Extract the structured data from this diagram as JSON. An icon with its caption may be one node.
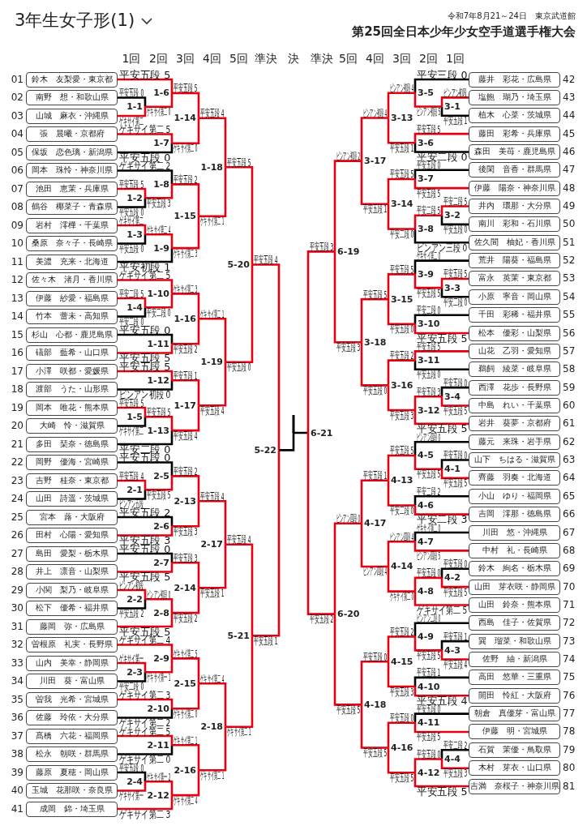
{
  "diagram": {
    "title": "3年生女子形(1)",
    "nodes": [
      {
        "text": [
          "鈴木　友梨愛・東京都"
        ],
        "beside": [
          "01"
        ]
      },
      {
        "text": [
          "南野　想・和歌山県"
        ],
        "beside": [
          "02"
        ]
      },
      {
        "text": [
          "山城　麻衣・沖縄県"
        ],
        "beside": [
          "03"
        ]
      },
      {
        "text": [
          "張　晨曦・京都府"
        ],
        "beside": [
          "04"
        ]
      },
      {
        "text": [
          "保坂　恋色璃・新潟県"
        ],
        "beside": [
          "05"
        ]
      },
      {
        "text": [
          "岡本　珠怜・神奈川県"
        ],
        "beside": [
          "06"
        ]
      },
      {
        "text": [
          "池田　恵茉・兵庫県"
        ],
        "beside": [
          "07"
        ]
      },
      {
        "text": [
          "鶴谷　椰菜子・青森県"
        ],
        "beside": [
          "08"
        ]
      },
      {
        "text": [
          "岩村　澪樺・千葉県"
        ],
        "beside": [
          "09"
        ]
      },
      {
        "text": [
          "桑原　奈々子・長崎県"
        ],
        "beside": [
          "10"
        ]
      },
      {
        "text": [
          "美濃　充来・北海道"
        ],
        "beside": [
          "11"
        ]
      },
      {
        "text": [
          "佐々木　渚月・香川県"
        ],
        "beside": [
          "12"
        ]
      },
      {
        "text": [
          "伊藤　紗愛・福島県"
        ],
        "beside": [
          "13"
        ]
      },
      {
        "text": [
          "竹本　蕾未・高知県"
        ],
        "beside": [
          "14"
        ]
      },
      {
        "text": [
          "杉山　心都・鹿児島県"
        ],
        "beside": [
          "15"
        ]
      },
      {
        "text": [
          "礒部　藍希・山口県"
        ],
        "beside": [
          "16"
        ]
      },
      {
        "text": [
          "小澤　咲都・愛媛県"
        ],
        "beside": [
          "17"
        ]
      },
      {
        "text": [
          "渡部　うた・山形県"
        ],
        "beside": [
          "18"
        ]
      },
      {
        "text": [
          "岡本　唯花・熊本県"
        ],
        "beside": [
          "19"
        ]
      },
      {
        "text": [
          "大崎　怜・滋賀県"
        ],
        "beside": [
          "20"
        ]
      },
      {
        "text": [
          "多田　琹奈・徳島県"
        ],
        "beside": [
          "21"
        ]
      },
      {
        "text": [
          "岡野　優海・宮崎県"
        ],
        "beside": [
          "22"
        ]
      },
      {
        "text": [
          "吉野　桂奈・東京都"
        ],
        "beside": [
          "23"
        ]
      },
      {
        "text": [
          "山田　詩遥・茨城県"
        ],
        "beside": [
          "24"
        ]
      },
      {
        "text": [
          "宮本　蕗・大阪府"
        ],
        "beside": [
          "25"
        ]
      },
      {
        "text": [
          "田村　心陽・愛知県"
        ],
        "beside": [
          "26"
        ]
      },
      {
        "text": [
          "島田　愛梨・栃木県"
        ],
        "beside": [
          "27"
        ]
      },
      {
        "text": [
          "井上　凛音・山梨県"
        ],
        "beside": [
          "28"
        ]
      },
      {
        "text": [
          "小関　梨乃・岐阜県"
        ],
        "beside": [
          "29"
        ]
      },
      {
        "text": [
          "松下　優希・福井県"
        ],
        "beside": [
          "30"
        ]
      },
      {
        "text": [
          "藤岡　弥・広島県"
        ],
        "beside": [
          "31"
        ]
      },
      {
        "text": [
          "曽根原　礼実・長野県"
        ],
        "beside": [
          "32"
        ]
      },
      {
        "text": [
          "山内　美幸・静岡県"
        ],
        "beside": [
          "33"
        ]
      },
      {
        "text": [
          "川田　葵・富山県"
        ],
        "beside": [
          "34"
        ]
      },
      {
        "text": [
          "曽我　光希・宮城県"
        ],
        "beside": [
          "35"
        ]
      },
      {
        "text": [
          "佐藤　玲依・大分県"
        ],
        "beside": [
          "36"
        ]
      },
      {
        "text": [
          "髙橋　六花・福岡県"
        ],
        "beside": [
          "37"
        ]
      },
      {
        "text": [
          "松永　朝咲・群馬県"
        ],
        "beside": [
          "38"
        ]
      },
      {
        "text": [
          "藤原　夏穂・岡山県"
        ],
        "beside": [
          "39"
        ]
      },
      {
        "text": [
          "玉城　花那咲・奈良県"
        ],
        "beside": [
          "40"
        ]
      },
      {
        "text": [
          "成岡　錦・埼玉県"
        ],
        "beside": [
          "41"
        ]
      },
      {
        "text": [
          "藤井　彩花・広島県"
        ],
        "beside": [
          "42"
        ]
      },
      {
        "text": [
          "塩飽　瑚乃・埼玉県"
        ],
        "beside": [
          "43"
        ]
      },
      {
        "text": [
          "植木　心菜・茨城県"
        ],
        "beside": [
          "44"
        ]
      },
      {
        "text": [
          "藤田　彩希・兵庫県"
        ],
        "beside": [
          "45"
        ]
      },
      {
        "text": [
          "森田　美苺・鹿児島県"
        ],
        "beside": [
          "46"
        ]
      },
      {
        "text": [
          "後閑　音香・群馬県"
        ],
        "beside": [
          "47"
        ]
      },
      {
        "text": [
          "伊藤　陽奈・神奈川県"
        ],
        "beside": [
          "48"
        ]
      },
      {
        "text": [
          "井内　環那・大分県"
        ],
        "beside": [
          "49"
        ]
      },
      {
        "text": [
          "南川　彩和・石川県"
        ],
        "beside": [
          "50"
        ]
      },
      {
        "text": [
          "佐久間　柚妃・香川県"
        ],
        "beside": [
          "51"
        ]
      },
      {
        "text": [
          "荒井　陽葵・福島県"
        ],
        "beside": [
          "52"
        ]
      },
      {
        "text": [
          "富永　英茉・東京都"
        ],
        "beside": [
          "53"
        ]
      },
      {
        "text": [
          "小原　寧音・岡山県"
        ],
        "beside": [
          "54"
        ]
      },
      {
        "text": [
          "千田　彩稀・福井県"
        ],
        "beside": [
          "55"
        ]
      },
      {
        "text": [
          "松本　優彩・山梨県"
        ],
        "beside": [
          "56"
        ]
      },
      {
        "text": [
          "山花　乙羽・愛知県"
        ],
        "beside": [
          "57"
        ]
      },
      {
        "text": [
          "鵜飼　綾菜・岐阜県"
        ],
        "beside": [
          "58"
        ]
      },
      {
        "text": [
          "西澤　花歩・長野県"
        ],
        "beside": [
          "59"
        ]
      },
      {
        "text": [
          "中島　れい・千葉県"
        ],
        "beside": [
          "60"
        ]
      },
      {
        "text": [
          "岩井　葵夢・京都府"
        ],
        "beside": [
          "61"
        ]
      },
      {
        "text": [
          "藤元　来珠・岩手県"
        ],
        "beside": [
          "62"
        ]
      },
      {
        "text": [
          "山下　ちはる・滋賀県"
        ],
        "beside": [
          "63"
        ]
      },
      {
        "text": [
          "齊藤　羽奏・北海道"
        ],
        "beside": [
          "64"
        ]
      },
      {
        "text": [
          "小山　ゆり・福岡県"
        ],
        "beside": [
          "65"
        ]
      },
      {
        "text": [
          "吉岡　澪那・徳島県"
        ],
        "beside": [
          "66"
        ]
      },
      {
        "text": [
          "川田　悠・沖縄県"
        ],
        "beside": [
          "67"
        ]
      },
      {
        "text": [
          "中村　礼・長崎県"
        ],
        "beside": [
          "68"
        ]
      },
      {
        "text": [
          "鈴木　絢名・栃木県"
        ],
        "beside": [
          "69"
        ]
      },
      {
        "text": [
          "山田　芽衣咲・静岡県"
        ],
        "beside": [
          "70"
        ]
      },
      {
        "text": [
          "山田　鈴奈・熊本県"
        ],
        "beside": [
          "71"
        ]
      },
      {
        "text": [
          "西島　佳子・佐賀県"
        ],
        "beside": [
          "72"
        ]
      },
      {
        "text": [
          "巽　瑠菜・和歌山県"
        ],
        "beside": [
          "73"
        ]
      },
      {
        "text": [
          "佐野　紬・新潟県"
        ],
        "beside": [
          "74"
        ]
      },
      {
        "text": [
          "高田　悠華・三重県"
        ],
        "beside": [
          "75"
        ]
      },
      {
        "text": [
          "開田　怜紅・大阪府"
        ],
        "beside": [
          "76"
        ]
      },
      {
        "text": [
          "朝倉　真優芽・富山県"
        ],
        "beside": [
          "77"
        ]
      },
      {
        "text": [
          "伊藤　明・宮城県"
        ],
        "beside": [
          "78"
        ]
      },
      {
        "text": [
          "石賀　茉優・鳥取県"
        ],
        "beside": [
          "79"
        ]
      },
      {
        "text": [
          "木村　芽衣・山口県"
        ],
        "beside": [
          "80"
        ]
      },
      {
        "text": [
          "吉満　奈桜子・神奈川県"
        ],
        "beside": [
          "81"
        ]
      },
      {
        "text": [
          "1-1"
        ]
      },
      {
        "text": [
          "1-2"
        ]
      },
      {
        "text": [
          "1-3"
        ]
      },
      {
        "text": [
          "1-4"
        ]
      },
      {
        "text": [
          "1-5"
        ]
      },
      {
        "text": [
          "1-6"
        ]
      },
      {
        "text": [
          "1-7"
        ]
      },
      {
        "text": [
          "1-8"
        ]
      },
      {
        "text": [
          "1-9"
        ]
      },
      {
        "text": [
          "1-10"
        ]
      },
      {
        "text": [
          "1-11"
        ]
      },
      {
        "text": [
          "1-12"
        ]
      },
      {
        "text": [
          "1-13"
        ]
      },
      {
        "text": [
          "1-14"
        ]
      },
      {
        "text": [
          "1-15"
        ]
      },
      {
        "text": [
          "1-16"
        ]
      },
      {
        "text": [
          "1-17"
        ]
      },
      {
        "text": [
          "1-18"
        ]
      },
      {
        "text": [
          "1-19"
        ]
      },
      {
        "text": [
          "2-1"
        ]
      },
      {
        "text": [
          "2-2"
        ]
      },
      {
        "text": [
          "2-3"
        ]
      },
      {
        "text": [
          "2-4"
        ]
      },
      {
        "text": [
          "2-5"
        ]
      },
      {
        "text": [
          "2-6"
        ]
      },
      {
        "text": [
          "2-7"
        ]
      },
      {
        "text": [
          "2-8"
        ]
      },
      {
        "text": [
          "2-9"
        ]
      },
      {
        "text": [
          "2-10"
        ]
      },
      {
        "text": [
          "2-11"
        ]
      },
      {
        "text": [
          "2-12"
        ]
      },
      {
        "text": [
          "2-13"
        ]
      },
      {
        "text": [
          "2-14"
        ]
      },
      {
        "text": [
          "2-15"
        ]
      },
      {
        "text": [
          "2-16"
        ]
      },
      {
        "text": [
          "2-17"
        ]
      },
      {
        "text": [
          "2-18"
        ]
      },
      {
        "text": [
          "3-1"
        ]
      },
      {
        "text": [
          "3-2"
        ]
      },
      {
        "text": [
          "3-3"
        ]
      },
      {
        "text": [
          "3-4"
        ]
      },
      {
        "text": [
          "3-5"
        ]
      },
      {
        "text": [
          "3-6"
        ]
      },
      {
        "text": [
          "3-7"
        ]
      },
      {
        "text": [
          "3-8"
        ]
      },
      {
        "text": [
          "3-9"
        ]
      },
      {
        "text": [
          "3-10"
        ]
      },
      {
        "text": [
          "3-11"
        ]
      },
      {
        "text": [
          "3-12"
        ]
      },
      {
        "text": [
          "3-13"
        ]
      },
      {
        "text": [
          "3-14"
        ]
      },
      {
        "text": [
          "3-15"
        ]
      },
      {
        "text": [
          "3-16"
        ]
      },
      {
        "text": [
          "3-17"
        ]
      },
      {
        "text": [
          "3-18"
        ]
      },
      {
        "text": [
          "4-1"
        ]
      },
      {
        "text": [
          "4-2"
        ]
      },
      {
        "text": [
          "4-3"
        ]
      },
      {
        "text": [
          "4-4"
        ]
      },
      {
        "text": [
          "4-5"
        ]
      },
      {
        "text": [
          "4-6"
        ]
      },
      {
        "text": [
          "4-7"
        ]
      },
      {
        "text": [
          "4-8"
        ]
      },
      {
        "text": [
          "4-9"
        ]
      },
      {
        "text": [
          "4-10"
        ]
      },
      {
        "text": [
          "4-11"
        ]
      },
      {
        "text": [
          "4-12"
        ]
      },
      {
        "text": [
          "4-13"
        ]
      },
      {
        "text": [
          "4-14"
        ]
      },
      {
        "text": [
          "4-15"
        ]
      },
      {
        "text": [
          "4-16"
        ]
      },
      {
        "text": [
          "4-17"
        ]
      },
      {
        "text": [
          "4-18"
        ]
      },
      {
        "text": [
          "5-20"
        ]
      },
      {
        "text": [
          "5-21"
        ]
      },
      {
        "text": [
          "5-22"
        ]
      },
      {
        "text": [
          "6-19"
        ]
      },
      {
        "text": [
          "6-20"
        ]
      },
      {
        "text": [
          "6-21"
        ]
      }
    ],
    "edges": [
      {
        "from": 1,
        "to": 81,
        "arrow": "none",
        "label": "平安五段 0",
        "color": "#000000"
      },
      {
        "from": 2,
        "to": 81,
        "arrow": "none",
        "label": "ゲキサイ第二"
      },
      {
        "from": 6,
        "to": 82,
        "arrow": "none",
        "label": "平安五段 5"
      },
      {
        "from": 7,
        "to": 82,
        "arrow": "none",
        "label": "平安五段 0",
        "color": "#000000"
      },
      {
        "from": 8,
        "to": 83,
        "arrow": "none",
        "label": "ゲキサイ第二"
      },
      {
        "from": 9,
        "to": 83,
        "arrow": "none",
        "label": "平安五段 0",
        "color": "#000000"
      },
      {
        "from": 12,
        "to": 84,
        "arrow": "none",
        "label": "平安二段 5"
      },
      {
        "from": 13,
        "to": 84,
        "arrow": "none",
        "label": "平安二段 0",
        "color": "#000000"
      },
      {
        "from": 18,
        "to": 85,
        "arrow": "none",
        "label": "平安五段 5"
      },
      {
        "from": 19,
        "to": 85,
        "arrow": "none",
        "label": "ゲキサイ第二",
        "color": "#000000"
      },
      {
        "from": 0,
        "to": 86,
        "arrow": "none",
        "label": "平安五段 5"
      },
      {
        "from": 81,
        "to": 86,
        "arrow": "none",
        "label": "ゲキサイ第二 0"
      },
      {
        "from": 3,
        "to": 87,
        "arrow": "none",
        "label": "ゲキサイ第二 5"
      },
      {
        "from": 4,
        "to": 87,
        "arrow": "none",
        "label": "平安五段 0",
        "color": "#000000"
      },
      {
        "from": 5,
        "to": 88,
        "arrow": "none",
        "label": "ゲキサイ第二 2",
        "color": "#000000"
      },
      {
        "from": 82,
        "to": 88,
        "arrow": "none",
        "label": "平安五段 3"
      },
      {
        "from": 83,
        "to": 89,
        "arrow": "none",
        "label": "ゲキサイ第二 4"
      },
      {
        "from": 10,
        "to": 89,
        "arrow": "none",
        "label": "平安初段 1",
        "color": "#000000"
      },
      {
        "from": 11,
        "to": 90,
        "arrow": "none",
        "label": "ゲキサイ第二 5"
      },
      {
        "from": 84,
        "to": 90,
        "arrow": "none",
        "label": "平安二段 0"
      },
      {
        "from": 14,
        "to": 91,
        "arrow": "none",
        "label": "平安五段 0",
        "color": "#000000"
      },
      {
        "from": 15,
        "to": 91,
        "arrow": "none",
        "label": "平安五段 5"
      },
      {
        "from": 16,
        "to": 92,
        "arrow": "none",
        "label": "平安五段 5"
      },
      {
        "from": 17,
        "to": 92,
        "arrow": "none",
        "label": "ピンアン初段 0",
        "color": "#000000"
      },
      {
        "from": 85,
        "to": 93,
        "arrow": "none",
        "label": "平安五段 5"
      },
      {
        "from": 20,
        "to": 93,
        "arrow": "none",
        "label": "平安二段 0",
        "color": "#000000"
      },
      {
        "from": 86,
        "to": 94,
        "arrow": "none",
        "label": "平安五段 5"
      },
      {
        "from": 87,
        "to": 94,
        "arrow": "none",
        "label": "ゲキサイ第二 0"
      },
      {
        "from": 88,
        "to": 95,
        "arrow": "none",
        "label": "平安五段 2"
      },
      {
        "from": 89,
        "to": 95,
        "arrow": "none",
        "label": "ゲキサイ第二 3"
      },
      {
        "from": 90,
        "to": 96,
        "arrow": "none",
        "label": "ゲキサイ第二 3"
      },
      {
        "from": 91,
        "to": 96,
        "arrow": "none",
        "label": "平安五段 2"
      },
      {
        "from": 92,
        "to": 97,
        "arrow": "none",
        "label": "平安五段 1"
      },
      {
        "from": 93,
        "to": 97,
        "arrow": "none",
        "label": "平安五段 4"
      },
      {
        "from": 94,
        "to": 98,
        "arrow": "none",
        "label": "平安五段 4"
      },
      {
        "from": 95,
        "to": 98,
        "arrow": "none",
        "label": "ゲキサイ第二 1"
      },
      {
        "from": 96,
        "to": 99,
        "arrow": "none",
        "label": "ゲキサイ第二 1"
      },
      {
        "from": 97,
        "to": 99,
        "arrow": "none",
        "label": "平安五段 4"
      },
      {
        "from": 98,
        "to": 154,
        "arrow": "none",
        "label": "平安五段 5"
      },
      {
        "from": 99,
        "to": 154,
        "arrow": "none",
        "label": "平安五段 0"
      },
      {
        "from": 22,
        "to": 100,
        "arrow": "none",
        "label": "平安五段 4"
      },
      {
        "from": 23,
        "to": 100,
        "arrow": "none",
        "label": "ピンアン五段",
        "color": "#000000"
      },
      {
        "from": 28,
        "to": 101,
        "arrow": "none",
        "label": "ピンアン初段"
      },
      {
        "from": 29,
        "to": 101,
        "arrow": "none",
        "label": "平安五段 2",
        "color": "#000000"
      },
      {
        "from": 32,
        "to": 102,
        "arrow": "none",
        "label": "ゲキサイ第一"
      },
      {
        "from": 33,
        "to": 102,
        "arrow": "none",
        "label": "平安二段 0",
        "color": "#000000"
      },
      {
        "from": 38,
        "to": 103,
        "arrow": "none",
        "label": "平安五段 0",
        "color": "#000000"
      },
      {
        "from": 39,
        "to": 103,
        "arrow": "none",
        "label": "ゲキサイ第一"
      },
      {
        "from": 21,
        "to": 104,
        "arrow": "none",
        "label": "平安五段 0",
        "color": "#000000"
      },
      {
        "from": 100,
        "to": 104,
        "arrow": "none",
        "label": "平安五段 5"
      },
      {
        "from": 24,
        "to": 105,
        "arrow": "none",
        "label": "平安五段 2",
        "color": "#000000"
      },
      {
        "from": 25,
        "to": 105,
        "arrow": "none",
        "label": "平安五段 3"
      },
      {
        "from": 26,
        "to": 106,
        "arrow": "none",
        "label": "平安五段 0",
        "color": "#000000"
      },
      {
        "from": 27,
        "to": 106,
        "arrow": "none",
        "label": "平安五段 5"
      },
      {
        "from": 101,
        "to": 107,
        "arrow": "none",
        "label": "ピンアン初段 0"
      },
      {
        "from": 30,
        "to": 107,
        "arrow": "none",
        "label": "平安五段 5"
      },
      {
        "from": 31,
        "to": 108,
        "arrow": "none",
        "label": "ゲキサイ第二 4"
      },
      {
        "from": 102,
        "to": 108,
        "arrow": "none",
        "label": "ゲキサイ第一 1"
      },
      {
        "from": 34,
        "to": 109,
        "arrow": "none",
        "label": "ゲキサイ第二 3"
      },
      {
        "from": 35,
        "to": 109,
        "arrow": "none",
        "label": "ゲキサイ第二 2",
        "color": "#000000"
      },
      {
        "from": 36,
        "to": 110,
        "arrow": "none",
        "label": "ゲキサイ第二 5"
      },
      {
        "from": 37,
        "to": 110,
        "arrow": "none",
        "label": "ゲキサイ第二 0",
        "color": "#000000"
      },
      {
        "from": 103,
        "to": 111,
        "arrow": "none",
        "label": "ゲキサイ第一 2"
      },
      {
        "from": 40,
        "to": 111,
        "arrow": "none",
        "label": "ゲキサイ第二 3"
      },
      {
        "from": 104,
        "to": 112,
        "arrow": "none",
        "label": "平安五段 2"
      },
      {
        "from": 105,
        "to": 112,
        "arrow": "none",
        "label": "平安五段 3"
      },
      {
        "from": 106,
        "to": 113,
        "arrow": "none",
        "label": "平安五段 3"
      },
      {
        "from": 107,
        "to": 113,
        "arrow": "none",
        "label": "平安五段 2"
      },
      {
        "from": 108,
        "to": 114,
        "arrow": "none",
        "label": "ゲキサイ第二 5"
      },
      {
        "from": 109,
        "to": 114,
        "arrow": "none",
        "label": "ゲキサイ第二 0"
      },
      {
        "from": 110,
        "to": 115,
        "arrow": "none",
        "label": "ゲキサイ第二 1"
      },
      {
        "from": 111,
        "to": 115,
        "arrow": "none",
        "label": "ゲキサイ第二 4"
      },
      {
        "from": 112,
        "to": 116,
        "arrow": "none",
        "label": "平安五段 4"
      },
      {
        "from": 113,
        "to": 116,
        "arrow": "none",
        "label": "平安五段 1"
      },
      {
        "from": 114,
        "to": 117,
        "arrow": "none",
        "label": "ゲキサイ第二 4"
      },
      {
        "from": 115,
        "to": 117,
        "arrow": "none",
        "label": "ゲキサイ第二 1"
      },
      {
        "from": 116,
        "to": 155,
        "arrow": "none",
        "label": "平安五段 4"
      },
      {
        "from": 117,
        "to": 155,
        "arrow": "none",
        "label": "ゲキサイ第二 1"
      },
      {
        "from": 154,
        "to": 156,
        "arrow": "none",
        "label": "平安五段 4"
      },
      {
        "from": 155,
        "to": 156,
        "arrow": "none",
        "label": "平安五段 1"
      },
      {
        "from": 156,
        "to": 159,
        "arrow": "none",
        "color": "#000000"
      },
      {
        "from": 42,
        "to": 118,
        "arrow": "none",
        "label": "ピンアン初段"
      },
      {
        "from": 43,
        "to": 118,
        "arrow": "none",
        "label": "平安五段 1",
        "color": "#000000"
      },
      {
        "from": 48,
        "to": 119,
        "arrow": "none",
        "label": "平安二段 5"
      },
      {
        "from": 49,
        "to": 119,
        "arrow": "none",
        "label": "平安五段 0",
        "color": "#000000"
      },
      {
        "from": 52,
        "to": 120,
        "arrow": "none",
        "label": "平安五段 5"
      },
      {
        "from": 53,
        "to": 120,
        "arrow": "none",
        "label": "平安二段 0",
        "color": "#000000"
      },
      {
        "from": 58,
        "to": 121,
        "arrow": "none",
        "label": "平安五段 0",
        "color": "#000000"
      },
      {
        "from": 59,
        "to": 121,
        "arrow": "none",
        "label": "平安五段 5"
      },
      {
        "from": 41,
        "to": 122,
        "arrow": "none",
        "label": "平安三段 0",
        "color": "#000000"
      },
      {
        "from": 118,
        "to": 122,
        "arrow": "none",
        "label": "ピンアン初段 5"
      },
      {
        "from": 44,
        "to": 123,
        "arrow": "none",
        "label": "平安五段 5"
      },
      {
        "from": 45,
        "to": 123,
        "arrow": "none",
        "label": "平安二段 0",
        "color": "#000000"
      },
      {
        "from": 46,
        "to": 124,
        "arrow": "none",
        "label": "平安五段 0",
        "color": "#000000"
      },
      {
        "from": 47,
        "to": 124,
        "arrow": "none",
        "label": "平安五段 5"
      },
      {
        "from": 119,
        "to": 125,
        "arrow": "none",
        "label": "平安二段 5"
      },
      {
        "from": 50,
        "to": 125,
        "arrow": "none",
        "label": "ピンアン三段 0",
        "color": "#000000"
      },
      {
        "from": 51,
        "to": 126,
        "arrow": "none",
        "label": "ゲキサイ第二 0",
        "color": "#000000"
      },
      {
        "from": 120,
        "to": 126,
        "arrow": "none",
        "label": "平安五段 5"
      },
      {
        "from": 54,
        "to": 127,
        "arrow": "none",
        "label": "平安二段 0",
        "color": "#000000"
      },
      {
        "from": 55,
        "to": 127,
        "arrow": "none",
        "label": "平安五段 5"
      },
      {
        "from": 56,
        "to": 128,
        "arrow": "none",
        "label": "平安五段 5"
      },
      {
        "from": 57,
        "to": 128,
        "arrow": "none",
        "label": "平安五段 0",
        "color": "#000000"
      },
      {
        "from": 121,
        "to": 129,
        "arrow": "none",
        "label": "平安五段 3"
      },
      {
        "from": 60,
        "to": 129,
        "arrow": "none",
        "label": "平安五段 5"
      },
      {
        "from": 122,
        "to": 130,
        "arrow": "none",
        "label": "ピンアン初段 4"
      },
      {
        "from": 123,
        "to": 130,
        "arrow": "none",
        "label": "平安五段 1"
      },
      {
        "from": 124,
        "to": 131,
        "arrow": "none",
        "label": "平安五段 5"
      },
      {
        "from": 125,
        "to": 131,
        "arrow": "none",
        "label": "平安二段 0"
      },
      {
        "from": 126,
        "to": 132,
        "arrow": "none",
        "label": "平安五段 5"
      },
      {
        "from": 127,
        "to": 132,
        "arrow": "none",
        "label": "平安五段 0"
      },
      {
        "from": 128,
        "to": 133,
        "arrow": "none",
        "label": "平安五段 2"
      },
      {
        "from": 129,
        "to": 133,
        "arrow": "none",
        "label": "平安五段 3"
      },
      {
        "from": 130,
        "to": 134,
        "arrow": "none",
        "label": "ピンアン初段 4"
      },
      {
        "from": 131,
        "to": 134,
        "arrow": "none",
        "label": "平安五段 1"
      },
      {
        "from": 132,
        "to": 135,
        "arrow": "none",
        "label": "平安五段 5"
      },
      {
        "from": 133,
        "to": 135,
        "arrow": "none",
        "label": "平安五段 0"
      },
      {
        "from": 134,
        "to": 157,
        "arrow": "none",
        "label": "ピンアン初段 2"
      },
      {
        "from": 135,
        "to": 157,
        "arrow": "none",
        "label": "平安五段 3"
      },
      {
        "from": 157,
        "to": 159,
        "arrow": "none",
        "label": "平安五段 3"
      },
      {
        "from": 158,
        "to": 159,
        "arrow": "none",
        "label": "平安五段 2"
      },
      {
        "from": 62,
        "to": 136,
        "arrow": "none",
        "label": "平安五段 0",
        "color": "#000000"
      },
      {
        "from": 63,
        "to": 136,
        "arrow": "none",
        "label": "平安五段 5"
      },
      {
        "from": 68,
        "to": 137,
        "arrow": "none",
        "label": "平安五段 0",
        "color": "#000000"
      },
      {
        "from": 69,
        "to": 137,
        "arrow": "none",
        "label": "平安五段 5"
      },
      {
        "from": 72,
        "to": 138,
        "arrow": "none",
        "label": "平安五段 1",
        "color": "#000000"
      },
      {
        "from": 73,
        "to": 138,
        "arrow": "none",
        "label": "平安五段 4"
      },
      {
        "from": 78,
        "to": 139,
        "arrow": "none",
        "label": "平安二段 2",
        "color": "#000000"
      },
      {
        "from": 79,
        "to": 139,
        "arrow": "none",
        "label": "平安五段 3"
      },
      {
        "from": 61,
        "to": 140,
        "arrow": "none",
        "label": "ピンアン四段 0",
        "color": "#000000"
      },
      {
        "from": 136,
        "to": 140,
        "arrow": "none",
        "label": "平安五段 5"
      },
      {
        "from": 64,
        "to": 141,
        "arrow": "none",
        "label": "平安二段 2",
        "color": "#000000"
      },
      {
        "from": 65,
        "to": 141,
        "arrow": "none",
        "label": "平安二段 3"
      },
      {
        "from": 66,
        "to": 142,
        "arrow": "none",
        "label": "ゲキサイ第二 0",
        "color": "#000000"
      },
      {
        "from": 67,
        "to": 142,
        "arrow": "none",
        "label": "ピンアン四段 5"
      },
      {
        "from": 137,
        "to": 143,
        "arrow": "none",
        "label": "平安五段 0"
      },
      {
        "from": 70,
        "to": 143,
        "arrow": "none",
        "label": "ゲキサイ第二 5"
      },
      {
        "from": 71,
        "to": 144,
        "arrow": "none",
        "label": "ピンアン二段 0",
        "color": "#000000"
      },
      {
        "from": 138,
        "to": 144,
        "arrow": "none",
        "label": "平安五段 5"
      },
      {
        "from": 74,
        "to": 145,
        "arrow": "none",
        "label": "平安五段 1",
        "color": "#000000"
      },
      {
        "from": 75,
        "to": 145,
        "arrow": "none",
        "label": "平安五段 4"
      },
      {
        "from": 76,
        "to": 146,
        "arrow": "none",
        "label": "平安五段 0",
        "color": "#000000"
      },
      {
        "from": 77,
        "to": 146,
        "arrow": "none",
        "label": "平安五段 5"
      },
      {
        "from": 139,
        "to": 147,
        "arrow": "none",
        "label": "平安五段 0"
      },
      {
        "from": 80,
        "to": 147,
        "arrow": "none",
        "label": "平安五段 5"
      },
      {
        "from": 140,
        "to": 148,
        "arrow": "none",
        "label": "平安五段 5"
      },
      {
        "from": 141,
        "to": 148,
        "arrow": "none",
        "label": "平安二段 0"
      },
      {
        "from": 142,
        "to": 149,
        "arrow": "none",
        "label": "ピンアン四段 4"
      },
      {
        "from": 143,
        "to": 149,
        "arrow": "none",
        "label": "ゲキサイ第二 0"
      },
      {
        "from": 144,
        "to": 150,
        "arrow": "none",
        "label": "平安五段 2"
      },
      {
        "from": 145,
        "to": 150,
        "arrow": "none",
        "label": "平安五段 3"
      },
      {
        "from": 146,
        "to": 151,
        "arrow": "none",
        "label": "平安五段 0"
      },
      {
        "from": 147,
        "to": 151,
        "arrow": "none",
        "label": "平安五段 5"
      },
      {
        "from": 148,
        "to": 152,
        "arrow": "none",
        "label": "平安五段 1"
      },
      {
        "from": 149,
        "to": 152,
        "arrow": "none",
        "label": "ピンアン四段 4"
      },
      {
        "from": 150,
        "to": 153,
        "arrow": "none",
        "label": "平安五段 0"
      },
      {
        "from": 151,
        "to": 153,
        "arrow": "none",
        "label": "平安五段 5"
      },
      {
        "from": 152,
        "to": 158,
        "arrow": "none",
        "label": "ピンアン四段 0"
      },
      {
        "from": 153,
        "to": 158,
        "arrow": "none",
        "label": "平安五段 5"
      }
    ],
    "labels": [
      "令和7年8月21～24日　東京武道館",
      "第25回全日本少年少女空手道選手権大会",
      "1回",
      "2回",
      "3回",
      "4回",
      "5回",
      "準決",
      "決",
      "準決",
      "5回",
      "4回",
      "3回",
      "2回",
      "1回"
    ]
  }
}
